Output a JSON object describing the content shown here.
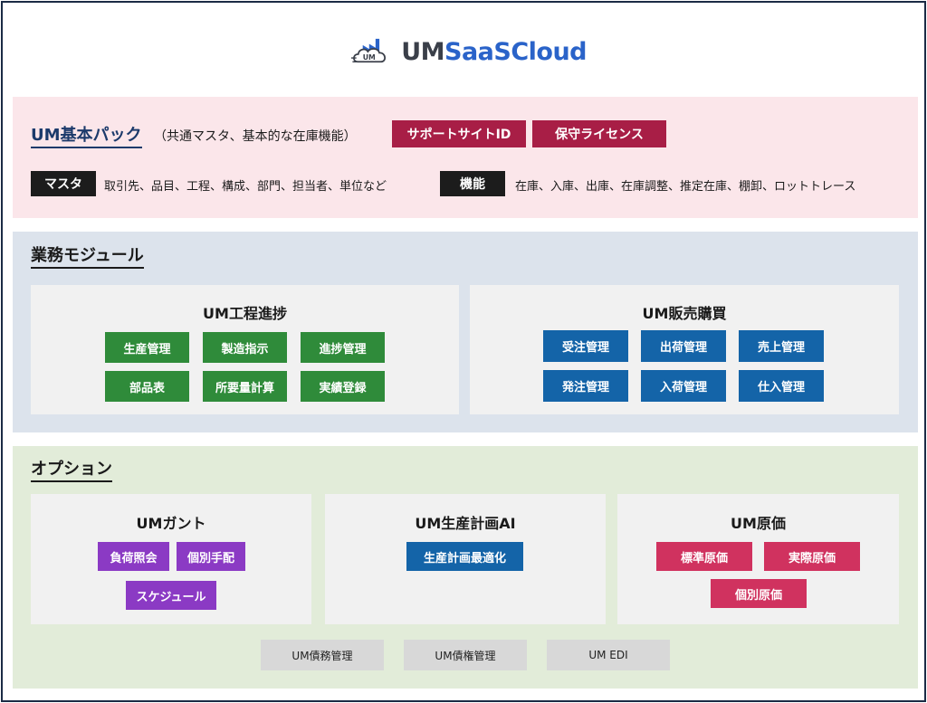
{
  "logo": {
    "um": "UM",
    "saas": "SaaSCloud",
    "badge": "UM",
    "icon": "factory-cloud-icon"
  },
  "basic": {
    "title": "UM基本パック",
    "subtitle": "（共通マスタ、基本的な在庫機能）",
    "tags": [
      "サポートサイトID",
      "保守ライセンス"
    ],
    "master_label": "マスタ",
    "master_desc": "取引先、品目、工程、構成、部門、担当者、単位など",
    "function_label": "機能",
    "function_desc": "在庫、入庫、出庫、在庫調整、推定在庫、棚卸、ロットトレース"
  },
  "business": {
    "title": "業務モジュール",
    "process": {
      "title": "UM工程進捗",
      "items": [
        "生産管理",
        "製造指示",
        "進捗管理",
        "部品表",
        "所要量計算",
        "実績登録"
      ]
    },
    "sales": {
      "title": "UM販売購買",
      "items": [
        "受注管理",
        "出荷管理",
        "売上管理",
        "発注管理",
        "入荷管理",
        "仕入管理"
      ]
    }
  },
  "options": {
    "title": "オプション",
    "gantt": {
      "title": "UMガント",
      "items": [
        "負荷照会",
        "個別手配",
        "スケジュール"
      ]
    },
    "plan": {
      "title": "UM生産計画AI",
      "items": [
        "生産計画最適化"
      ]
    },
    "cost": {
      "title": "UM原価",
      "items": [
        "標準原価",
        "実際原価",
        "個別原価"
      ]
    },
    "extras": [
      "UM債務管理",
      "UM債権管理",
      "UM EDI"
    ]
  },
  "colors": {
    "frame": "#1b2b45",
    "pink_band": "#fbe6ea",
    "blue_band": "#dce3ec",
    "green_band": "#e2ecd9",
    "green": "#2f8b3a",
    "blue": "#1464a8",
    "purple": "#8b3ac4",
    "crimson": "#d0325f",
    "wine": "#a81e46"
  }
}
